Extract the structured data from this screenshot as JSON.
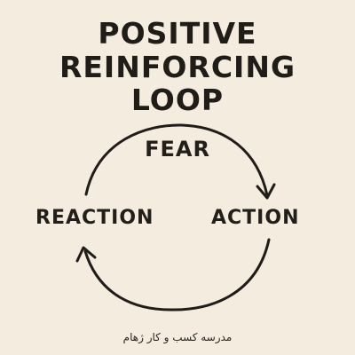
{
  "title": {
    "line1": "POSITIVE",
    "line2": "REINFORCING",
    "line3": "LOOP"
  },
  "nodes": {
    "top": "FEAR",
    "left": "REACTION",
    "right": "ACTION"
  },
  "footer": {
    "text": "مدرسه کسب و کار ژهام"
  }
}
